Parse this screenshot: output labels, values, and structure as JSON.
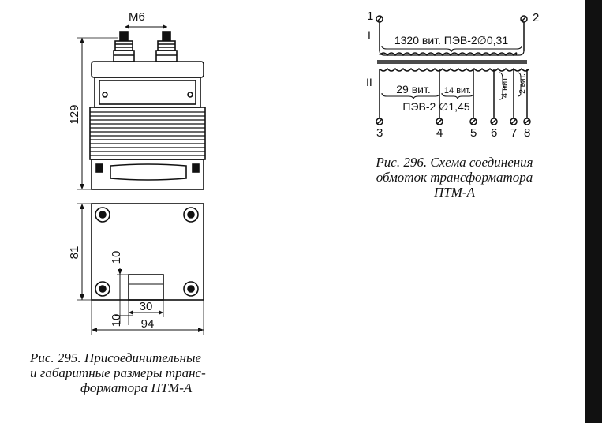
{
  "figure295": {
    "dimensions": {
      "thread": "M6",
      "height": "129",
      "depth": "81",
      "offset_vertical": "10",
      "offset_horizontal": "10",
      "window_width": "30",
      "width": "94"
    },
    "caption": {
      "line1": "Рис.  295.  Присоединительные",
      "line2": "и  габаритные  размеры  транс-",
      "line3": "форматора  ПТМ-А"
    }
  },
  "figure296": {
    "terminals_top": {
      "left": "1",
      "right": "2"
    },
    "winding_labels": {
      "primary": "I",
      "secondary": "II"
    },
    "primary_spec": "1320 вит. ПЭВ-2∅0,31",
    "secondary_turns_main": "29 вит.",
    "secondary_turns_tap": "14 вит.",
    "secondary_wire": "ПЭВ-2 ∅1,45",
    "secondary_turns_4": "4 вит.",
    "secondary_turns_2": "2 вит.",
    "terminals_bottom": [
      "3",
      "4",
      "5",
      "6",
      "7",
      "8"
    ],
    "caption": {
      "line1": "Рис.  296.  Схема  соединения",
      "line2": "обмоток    трансформатора",
      "line3": "ПТМ-А"
    }
  }
}
